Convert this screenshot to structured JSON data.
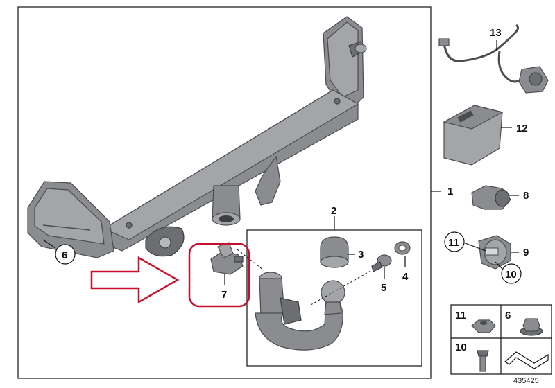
{
  "diagram": {
    "document_number": "435425",
    "labels": {
      "p1": "1",
      "p2": "2",
      "p3": "3",
      "p4": "4",
      "p5": "5",
      "p6": "6",
      "p7": "7",
      "p8": "8",
      "p9": "9",
      "p10": "10",
      "p11": "11",
      "p12": "12",
      "p13": "13"
    },
    "hardware_box": {
      "cell_11": "11",
      "cell_6": "6",
      "cell_10": "10"
    },
    "colors": {
      "part_fill": "#8a8c90",
      "highlight_red": "#c8102e",
      "line": "#111111"
    }
  }
}
